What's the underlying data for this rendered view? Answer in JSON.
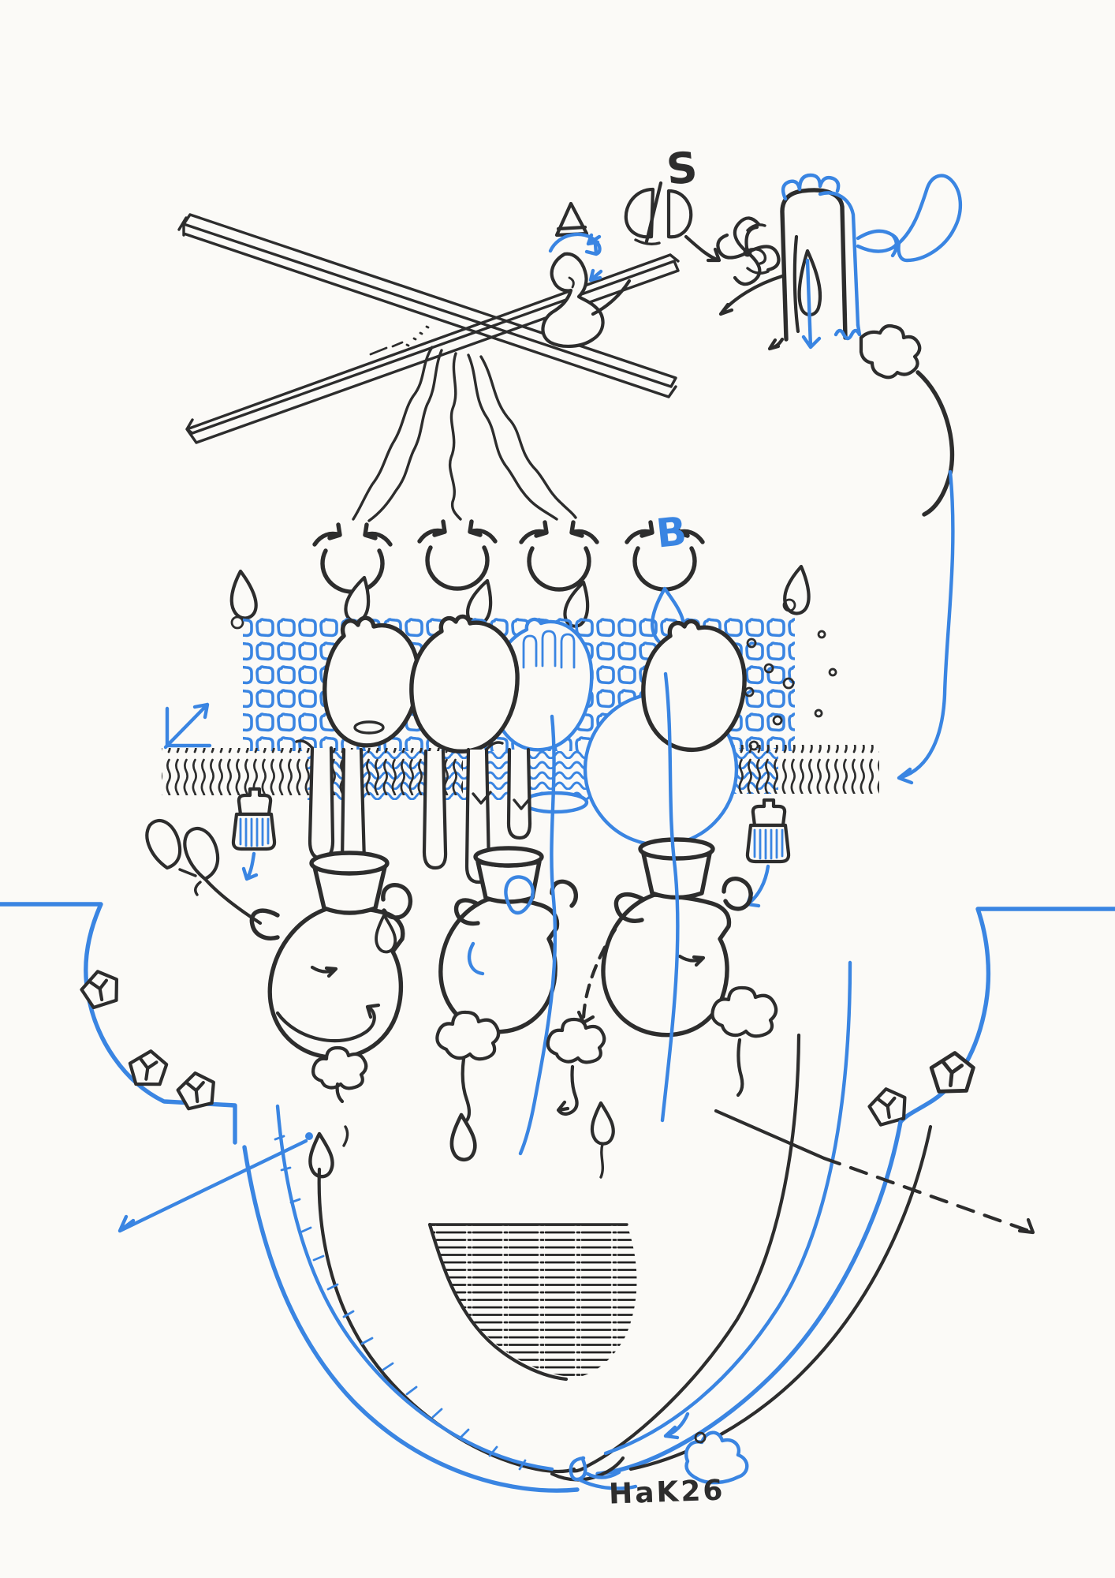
{
  "artwork": {
    "letters": {
      "s": "S",
      "b": "B"
    },
    "signature": "HaK26",
    "colors": {
      "ink_black": "#2d2d2d",
      "ink_blue": "#3a85e2",
      "paper": "#fbfaf7"
    }
  }
}
